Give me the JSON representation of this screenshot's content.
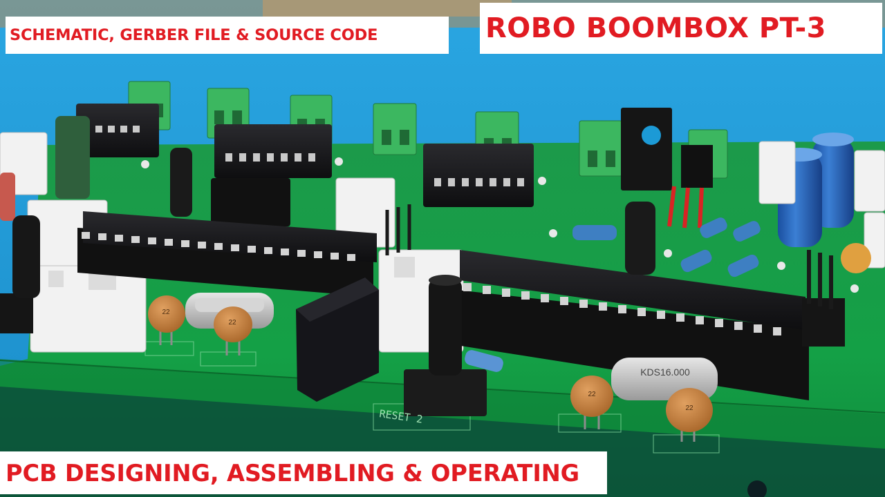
{
  "captions": {
    "top_left": "SCHEMATIC, GERBER FILE & SOURCE CODE",
    "top_right": "ROBO BOOMBOX PT-3",
    "bottom_left": "PCB DESIGNING, ASSEMBLING & OPERATING"
  },
  "board_labels": {
    "reset": "RESET 2",
    "crystal": "KDS16.000",
    "capacitor_value": "22"
  },
  "colors": {
    "caption_text": "#e11b22",
    "caption_bg": "#ffffff",
    "pcb": "#17a04a",
    "table": "#1e9ad6"
  }
}
